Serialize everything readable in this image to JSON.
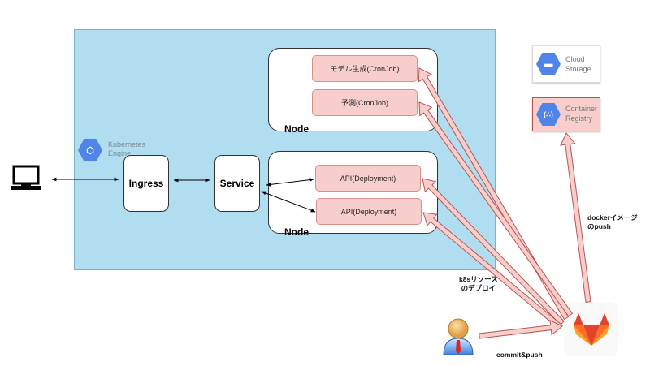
{
  "cluster": {
    "engine_label_line1": "Kubernetes",
    "engine_label_line2": "Engine",
    "engine_icon": "kubernetes-engine-icon"
  },
  "client": {
    "icon": "computer-monitor-icon"
  },
  "ingress": {
    "label": "Ingress"
  },
  "service": {
    "label": "Service"
  },
  "nodes": [
    {
      "label": "Node",
      "pods": [
        {
          "label": "モデル生成(CronJob)"
        },
        {
          "label": "予測(CronJob)"
        }
      ]
    },
    {
      "label": "Node",
      "pods": [
        {
          "label": "API(Deployment)"
        },
        {
          "label": "API(Deployment)"
        }
      ]
    }
  ],
  "gcp_services": [
    {
      "line1": "Cloud",
      "line2": "Storage",
      "icon": "cloud-storage-icon"
    },
    {
      "line1": "Container",
      "line2": "Registry",
      "icon": "container-registry-icon"
    }
  ],
  "gitlab": {
    "icon": "gitlab-fox-icon"
  },
  "developer": {
    "icon": "user-avatar-icon"
  },
  "annotations": {
    "docker_push_line1": "dockerイメージ",
    "docker_push_line2": "のpush",
    "k8s_deploy_line1": "k8sリソース",
    "k8s_deploy_line2": "のデプロイ",
    "commit_push": "commit&push"
  },
  "colors": {
    "cluster_fill": "#b1ddf0",
    "pod_fill": "#f8cecc",
    "arrow_fill": "#f8cecc",
    "arrow_stroke": "#b85450",
    "gcp_blue": "#4f84e8"
  }
}
